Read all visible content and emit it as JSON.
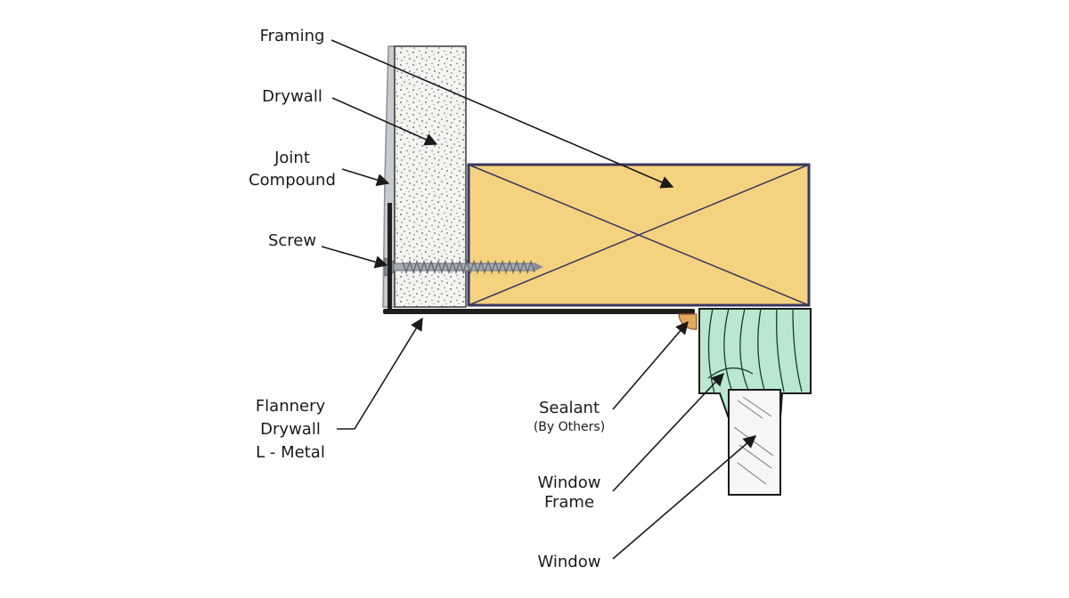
{
  "labels": {
    "framing": "Framing",
    "drywall": "Drywall",
    "joint_line1": "Joint",
    "joint_line2": "Compound",
    "screw": "Screw",
    "flannery_line1": "Flannery",
    "flannery_line2": "Drywall",
    "flannery_line3": "L - Metal",
    "sealant": "Sealant",
    "sealant_sub": "(By Others)",
    "window_frame_line1": "Window",
    "window_frame_line2": "Frame",
    "window": "Window"
  },
  "colors": {
    "framing_fill": "#f5d27f",
    "framing_stroke": "#3a3760",
    "drywall_fill": "#f4f4f0",
    "joint_fill": "#c9cccf",
    "metal": "#1e1e1e",
    "screw": "#8a8e96",
    "sealant": "#e2a95a",
    "window_frame_fill": "#b9e8cf",
    "glass_fill": "#f6f6f6",
    "line": "#1a1a1a"
  }
}
